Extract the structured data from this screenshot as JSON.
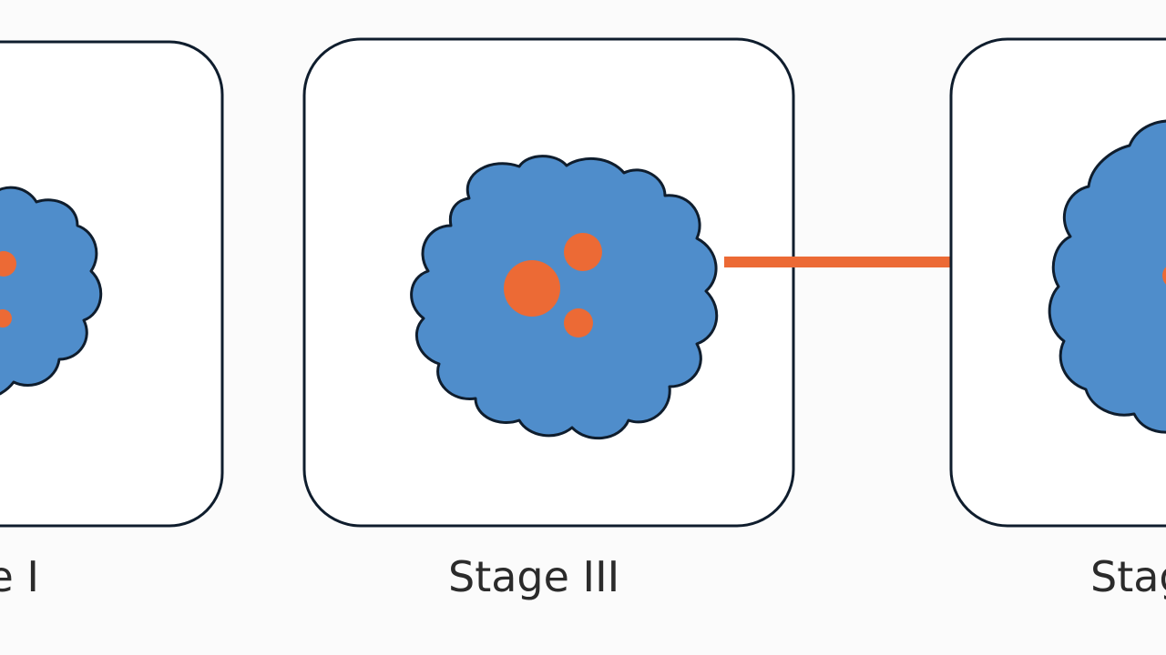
{
  "stages": {
    "left": {
      "label": "e I"
    },
    "center": {
      "label": "Stage III"
    },
    "right": {
      "label": "Stag"
    }
  },
  "colors": {
    "background": "#fbfbfb",
    "panel_fill": "#ffffff",
    "panel_border": "#0f1d2d",
    "cell_fill": "#4f8dcb",
    "cell_outline": "#0f1d2d",
    "nucleus": "#ec6a35",
    "arrow": "#ec6a35",
    "label_text": "#2b2b2b"
  },
  "arrow": {
    "direction": "right"
  }
}
